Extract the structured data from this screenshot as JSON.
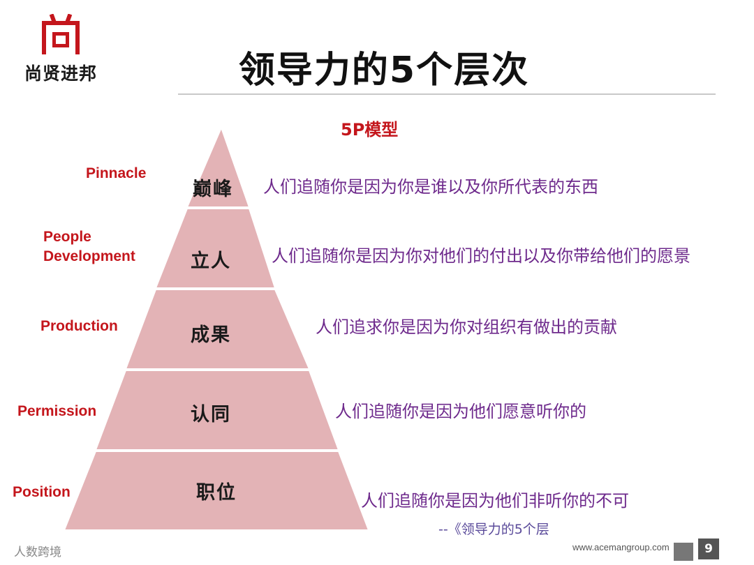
{
  "header": {
    "logo_text": "尚贤进邦",
    "title": "领导力的5个层次"
  },
  "model_label": "5P模型",
  "levels": [
    {
      "en": "Pinnacle",
      "cn": "巅峰",
      "desc": "人们追随你是因为你是谁以及你所代表的东西"
    },
    {
      "en": "People Development",
      "cn": "立人",
      "desc": "人们追随你是因为你对他们的付出以及你带给他们的愿景"
    },
    {
      "en": "Production",
      "cn": "成果",
      "desc": "人们追求你是因为你对组织有做出的贡献"
    },
    {
      "en": "Permission",
      "cn": "认同",
      "desc": "人们追随你是因为他们愿意听你的"
    },
    {
      "en": "Position",
      "cn": "职位",
      "desc": "人们追随你是因为他们非听你的不可"
    }
  ],
  "footer": {
    "quote": "--《领导力的5个层",
    "url": "www.acemangroup.com",
    "left_text": "人数跨境",
    "page_number": "9"
  },
  "colors": {
    "accent": "#c4161c",
    "pyramid_fill": "#e3b3b6",
    "desc_text": "#6e2a8c"
  }
}
